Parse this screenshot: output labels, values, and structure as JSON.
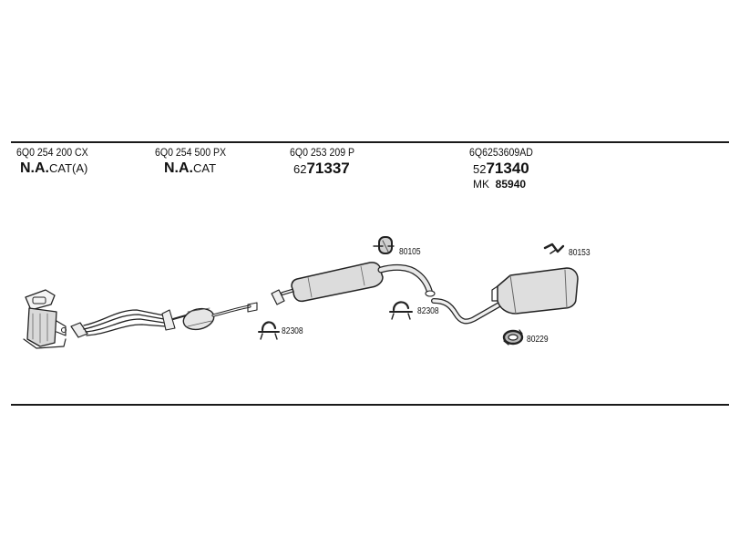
{
  "parts": [
    {
      "number": "6Q0 254 200 CX",
      "code_prefix": "N.A.",
      "code_main": "CAT(A)"
    },
    {
      "number": "6Q0 254 500 PX",
      "code_prefix": "N.A.",
      "code_main": "CAT"
    },
    {
      "number": "6Q0 253 209 P",
      "code_prefix": "62",
      "code_main": "71337"
    },
    {
      "number": "6Q6253609AD",
      "code_prefix": "52",
      "code_main": "71340",
      "alt_prefix": "MK",
      "alt_code": "85940"
    }
  ],
  "labels": {
    "clamp_front": "82308",
    "hanger_top": "80105",
    "clamp_mid": "82308",
    "bracket_rear": "80153",
    "ring_rear": "80229"
  }
}
